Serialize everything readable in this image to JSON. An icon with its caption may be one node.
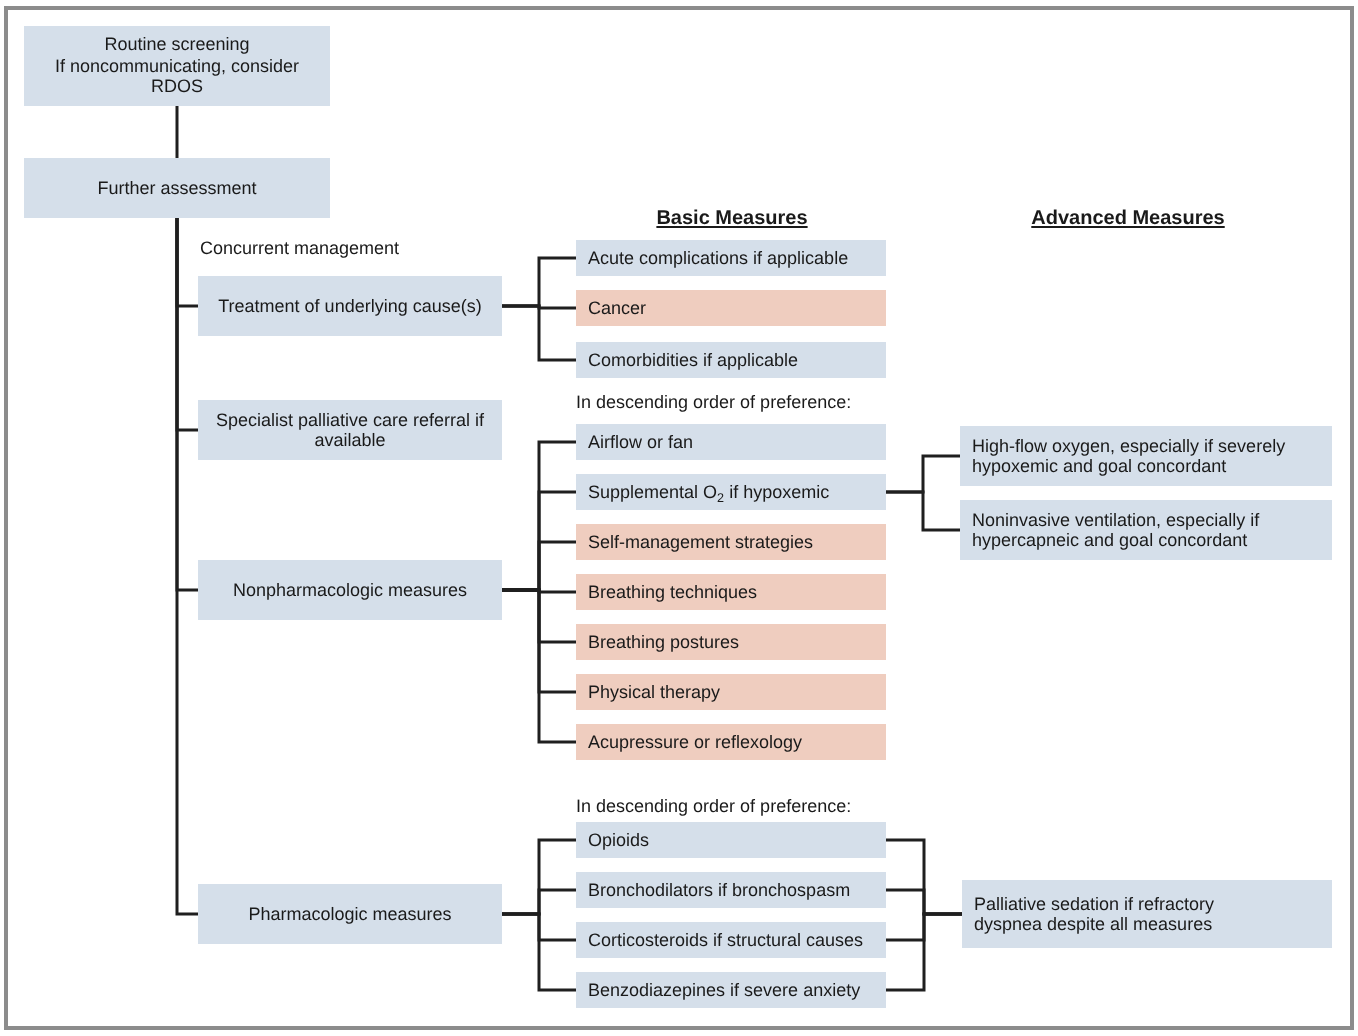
{
  "diagram": {
    "nodes": [
      {
        "text": [
          "Routine screening",
          "If noncommunicating, consider RDOS"
        ]
      },
      {
        "text": [
          "Further assessment"
        ]
      },
      {
        "text": [
          "Treatment of underlying cause(s)"
        ]
      },
      {
        "text": [
          "Specialist palliative care referral if available"
        ]
      },
      {
        "text": [
          "Nonpharmacologic measures"
        ]
      },
      {
        "text": [
          "Pharmacologic measures"
        ]
      },
      {
        "text": [
          "Acute complications if applicable"
        ]
      },
      {
        "text": [
          "Cancer"
        ]
      },
      {
        "text": [
          "Comorbidities if applicable"
        ]
      },
      {
        "text": [
          "Airflow or fan"
        ]
      },
      {
        "text": [
          "Supplemental O$_{2}$ if hypoxemic"
        ]
      },
      {
        "text": [
          "Self-management strategies"
        ]
      },
      {
        "text": [
          "Breathing techniques"
        ]
      },
      {
        "text": [
          "Breathing postures"
        ]
      },
      {
        "text": [
          "Physical therapy"
        ]
      },
      {
        "text": [
          "Acupressure or reflexology"
        ]
      },
      {
        "text": [
          "Opioids"
        ]
      },
      {
        "text": [
          "Bronchodilators if bronchospasm"
        ]
      },
      {
        "text": [
          "Corticosteroids if structural causes"
        ]
      },
      {
        "text": [
          "Benzodiazepines if severe anxiety"
        ]
      },
      {
        "text": [
          "High-flow oxygen, especially if severely hypoxemic and goal concordant"
        ]
      },
      {
        "text": [
          "Noninvasive ventilation, especially if hypercapneic and goal concordant"
        ]
      },
      {
        "text": [
          "Palliative sedation if refractory dyspnea despite all measures"
        ]
      }
    ],
    "edges": [
      {
        "from": 0,
        "to": 1,
        "arrow": "none"
      },
      {
        "from": 1,
        "to": 2,
        "arrow": "none"
      },
      {
        "from": 1,
        "to": 3,
        "arrow": "none"
      },
      {
        "from": 1,
        "to": 4,
        "arrow": "none"
      },
      {
        "from": 1,
        "to": 5,
        "arrow": "none"
      },
      {
        "from": 2,
        "to": 6,
        "arrow": "none"
      },
      {
        "from": 2,
        "to": 7,
        "arrow": "none"
      },
      {
        "from": 2,
        "to": 8,
        "arrow": "none"
      },
      {
        "from": 4,
        "to": 9,
        "arrow": "none"
      },
      {
        "from": 4,
        "to": 10,
        "arrow": "none"
      },
      {
        "from": 4,
        "to": 11,
        "arrow": "none"
      },
      {
        "from": 4,
        "to": 12,
        "arrow": "none"
      },
      {
        "from": 4,
        "to": 13,
        "arrow": "none"
      },
      {
        "from": 4,
        "to": 14,
        "arrow": "none"
      },
      {
        "from": 4,
        "to": 15,
        "arrow": "none"
      },
      {
        "from": 10,
        "to": 20,
        "arrow": "none"
      },
      {
        "from": 10,
        "to": 21,
        "arrow": "none"
      },
      {
        "from": 5,
        "to": 16,
        "arrow": "none"
      },
      {
        "from": 5,
        "to": 17,
        "arrow": "none"
      },
      {
        "from": 5,
        "to": 18,
        "arrow": "none"
      },
      {
        "from": 5,
        "to": 19,
        "arrow": "none"
      },
      {
        "from": 16,
        "to": 22,
        "arrow": "none"
      },
      {
        "from": 17,
        "to": 22,
        "arrow": "none"
      },
      {
        "from": 18,
        "to": 22,
        "arrow": "none"
      },
      {
        "from": 19,
        "to": 22,
        "arrow": "none"
      }
    ],
    "labels": [
      "Basic Measures",
      "Advanced Measures",
      "Concurrent management",
      "In descending order of preference:",
      "In descending order of preference:"
    ]
  }
}
